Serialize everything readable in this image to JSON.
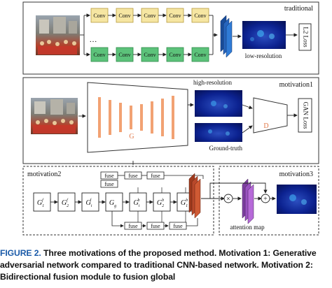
{
  "figure": {
    "traditional": {
      "label": "traditional",
      "conv_label": "Conv",
      "dots": "…",
      "output_label": "low-resolution",
      "loss_label": "L2 Loss"
    },
    "motivation1": {
      "label": "motivation1",
      "generator_label": "G",
      "discriminator_label": "D",
      "high_res_label": "high-resolution",
      "ground_truth_label": "Ground-truth",
      "loss_label": "GAN Loss"
    },
    "motivation2": {
      "label": "motivation2",
      "fuse_label": "fuse",
      "blocks": [
        {
          "base": "G",
          "sub": "1",
          "sup": "f"
        },
        {
          "base": "G",
          "sub": "2",
          "sup": "f"
        },
        {
          "base": "G",
          "sub": "i",
          "sup": "f"
        },
        {
          "base": "G",
          "sub": "g",
          "sup": ""
        },
        {
          "base": "G",
          "sub": "i",
          "sup": "b"
        },
        {
          "base": "G",
          "sub": "2",
          "sup": "b"
        },
        {
          "base": "G",
          "sub": "1",
          "sup": "b"
        }
      ]
    },
    "motivation3": {
      "label": "motivation3",
      "attention_label": "attention map",
      "multiply_symbol": "×",
      "add_symbol": "+"
    }
  },
  "caption": {
    "figure_label": "FIGURE 2.",
    "text": "Three motivations of the proposed method. Motivation 1: Generative adversarial network compared to traditional CNN-based network. Motivation 2: Bidirectional fusion module to fusion global"
  },
  "colors": {
    "conv_top": "#f6e6a2",
    "conv_bottom": "#5cc27a",
    "feature_blue": "#2b6cc4",
    "generator_bar": "#f2a273",
    "feature_red": "#c2502a",
    "attention": "#b06ad0",
    "density_map_bg": "#0a1a6a"
  }
}
